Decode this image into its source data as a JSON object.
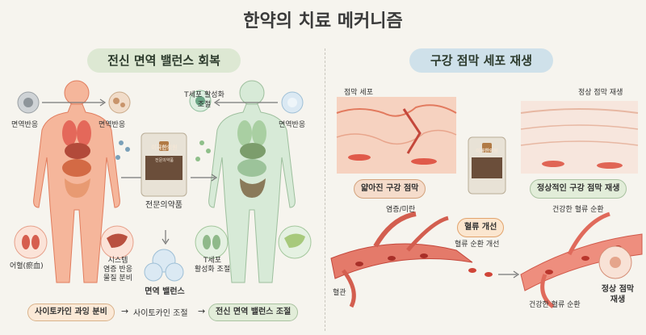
{
  "title": "한약의 치료 메커니즘",
  "left": {
    "header": "전신 면역 밸런스 회복",
    "immune_top_left": "면역반응",
    "immune_top_mid": "면역반응",
    "t_cell_top": "T세포 활성화\n조절",
    "immune_top_right": "면역반응",
    "product_label": "전문의약품",
    "blood_stasis": "어혈(瘀血)",
    "system_label": "시스템\n염증 반응\n물질 분비",
    "t_cell_bottom": "T세포\n활성화 조절",
    "immune_balance": "면역 밸런스",
    "flow": [
      "사이토카인 과잉 분비",
      "→",
      "사이토카인 조절",
      "→",
      "전신 면역 밸런스 조절"
    ]
  },
  "right": {
    "header": "구강 점막 세포 재생",
    "mucosa_cell": "점막 세포",
    "normal_mucosa_regen": "정상 점막 재생",
    "thin_mucosa": "얇아진 구강 점막",
    "normal_mucosa": "정상적인 구강 점막 재생",
    "inflammation": "염증/미란",
    "blood_improve": "혈류 개선",
    "healthy_flow_top": "건강한 혈류 순환",
    "blood_improve_sub": "혈류 순환 개선",
    "blood_stasis_r": "혈관",
    "healthy_flow_bottom": "건강한 혈류 순환",
    "normal_regen_bottom": "정상 점막\n재생"
  },
  "product": {
    "brand": "이곡한의원",
    "logo": "이곡",
    "sub": "전문의약품"
  },
  "colors": {
    "red_body": "#f0a586",
    "green_body": "#cfe4cf",
    "vessel": "#e0574d",
    "accent_orange": "#e97a4f"
  },
  "icons": [
    "immune-cell-icon",
    "kidney-icon",
    "liver-icon",
    "blood-vessel-icon",
    "herbal-pouch-icon"
  ]
}
